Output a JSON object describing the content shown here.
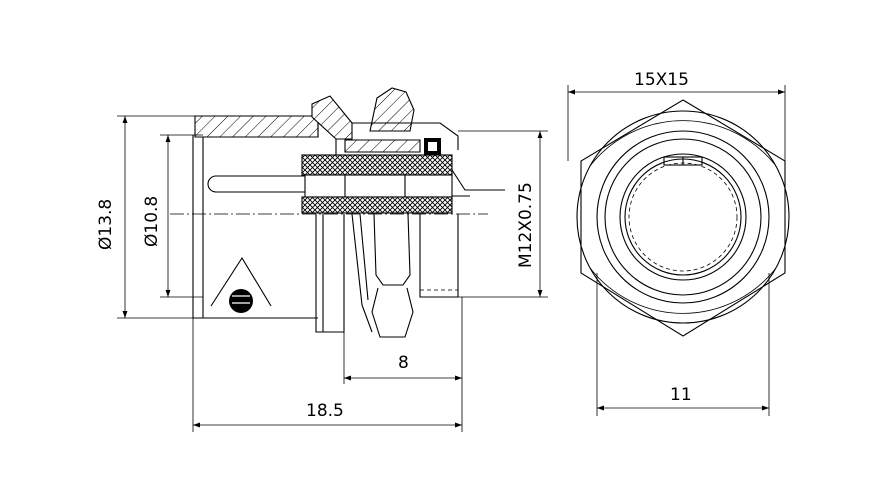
{
  "dimensions": {
    "hex_across_flats_pair": "15X15",
    "hex_flat": "11",
    "body_diameter": "Ø13.8",
    "bore_diameter": "Ø10.8",
    "thread": "M12X0.75",
    "panel_length": "8",
    "overall_length": "18.5"
  }
}
